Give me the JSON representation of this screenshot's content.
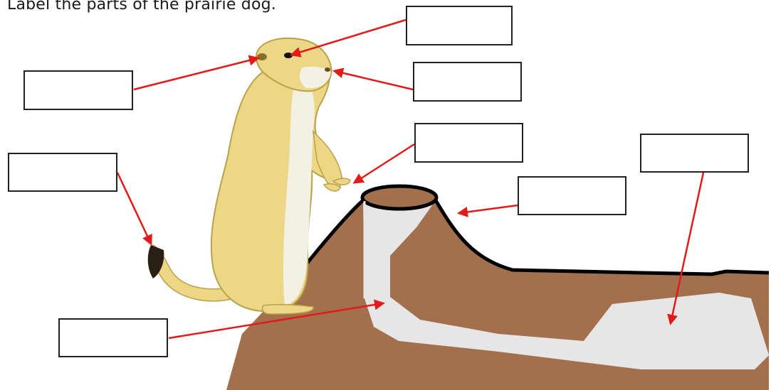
{
  "instruction": "Label the parts of the prairie dog.",
  "labels": [
    {
      "id": "eye",
      "value": ""
    },
    {
      "id": "ear",
      "value": ""
    },
    {
      "id": "nose",
      "value": ""
    },
    {
      "id": "paws",
      "value": ""
    },
    {
      "id": "tail",
      "value": ""
    },
    {
      "id": "mound",
      "value": ""
    },
    {
      "id": "chamber",
      "value": ""
    },
    {
      "id": "tunnel",
      "value": ""
    }
  ],
  "colors": {
    "arrow": "#e31a1a",
    "soil": "#a2704d",
    "tunnel": "#e6e6e6",
    "fur": "#ecd787",
    "fur_light": "#f3f0e4"
  }
}
